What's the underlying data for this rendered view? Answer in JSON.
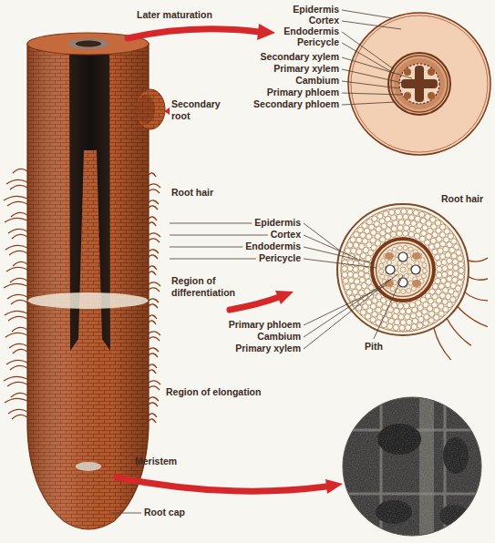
{
  "diagram": {
    "labels": [
      "Later maturation",
      "Epidermis",
      "Cortex",
      "Endodermis",
      "Pericycle",
      "Secondary xylem",
      "Primary xylem",
      "Cambium",
      "Primary phloem",
      "Secondary phloem",
      "Secondary root",
      "Root hair",
      "Epidermis",
      "Cortex",
      "Endodermis",
      "Pericycle",
      "Region of differentiation",
      "Root hair",
      "Primary phloem",
      "Cambium",
      "Primary xylem",
      "Pith",
      "Region of elongation",
      "Meristem",
      "Root cap"
    ]
  }
}
